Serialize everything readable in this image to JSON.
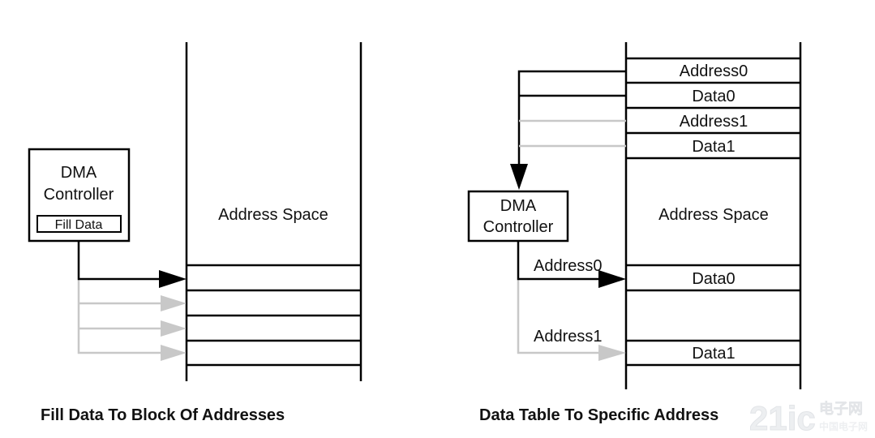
{
  "left_diagram": {
    "controller": {
      "line1": "DMA",
      "line2": "Controller",
      "fill_label": "Fill Data"
    },
    "address_space": "Address Space",
    "caption": "Fill Data To Block Of  Addresses"
  },
  "right_diagram": {
    "table_rows": [
      "Address0",
      "Data0",
      "Address1",
      "Data1"
    ],
    "address_space": "Address Space",
    "controller": {
      "line1": "DMA",
      "line2": "Controller"
    },
    "target_rows": [
      "Data0",
      "Data1"
    ],
    "arrow_labels": [
      "Address0",
      "Address1"
    ],
    "caption": "Data Table To Specific Address"
  },
  "watermark": {
    "brand": "21ic",
    "cn_top": "电子网",
    "cn_bottom": "中国电子网"
  },
  "colors": {
    "active": "#000000",
    "inactive": "#c8c8c8"
  }
}
